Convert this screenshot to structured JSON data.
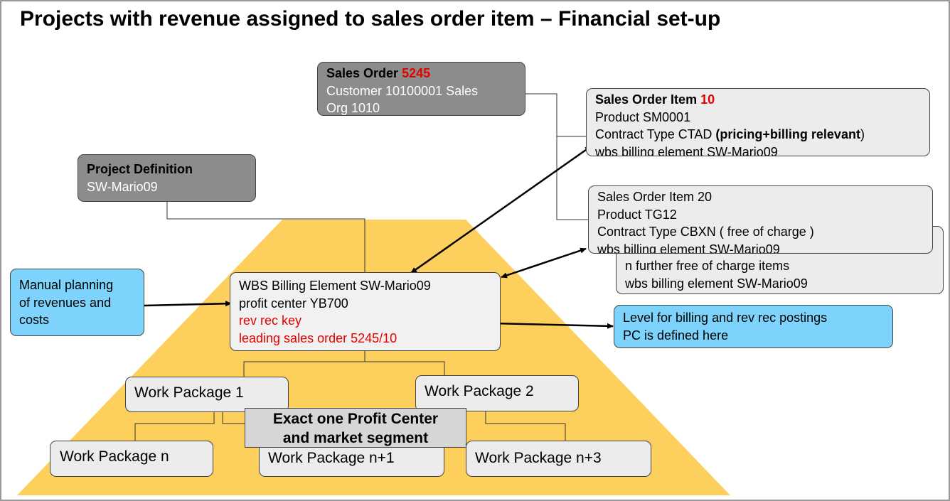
{
  "title": "Projects with revenue assigned to sales order item – Financial set-up",
  "colors": {
    "pyramid": "#fdd05e",
    "dark_box": "#8c8c8c",
    "light_box": "#ececec",
    "blue_box": "#7dd3fb",
    "highlight_red": "#e30000"
  },
  "sales_order": {
    "label": "Sales Order",
    "number": "5245",
    "line2": "Customer 10100001 Sales",
    "line3": "Org 1010"
  },
  "sales_order_item_10": {
    "label": "Sales Order Item",
    "number": "10",
    "product": "Product SM0001",
    "contract_prefix": "Contract Type CTAD",
    "contract_bold": "(pricing+billing relevant",
    "contract_suffix": ")",
    "wbs": "wbs billing element  SW-Mario09"
  },
  "sales_order_item_20": {
    "line1": "Sales Order Item 20",
    "product": "Product TG12",
    "contract": "Contract Type CBXN ( free of charge )",
    "wbs": "wbs billing element SW-Mario09"
  },
  "further_items": {
    "line1": "n further free of charge items",
    "line2": "wbs billing element SW-Mario09"
  },
  "project_definition": {
    "label": "Project Definition",
    "id": "SW-Mario09"
  },
  "manual_planning": {
    "line1": "Manual planning",
    "line2": "of revenues and",
    "line3": "costs"
  },
  "wbs_element": {
    "line1": "WBS Billing Element SW-Mario09",
    "line2": "profit center YB700",
    "line3": "rev rec key",
    "line4": "leading sales order 5245/10"
  },
  "billing_level": {
    "line1": "Level for billing and rev rec postings",
    "line2": "PC is defined here"
  },
  "work_packages": {
    "wp1": "Work Package 1",
    "wp2": "Work Package 2",
    "wpn": "Work Package n",
    "wpn1": "Work Package n+1",
    "wpn3": "Work Package n+3"
  },
  "banner": {
    "line1": "Exact one Profit Center",
    "line2": "and market segment"
  }
}
